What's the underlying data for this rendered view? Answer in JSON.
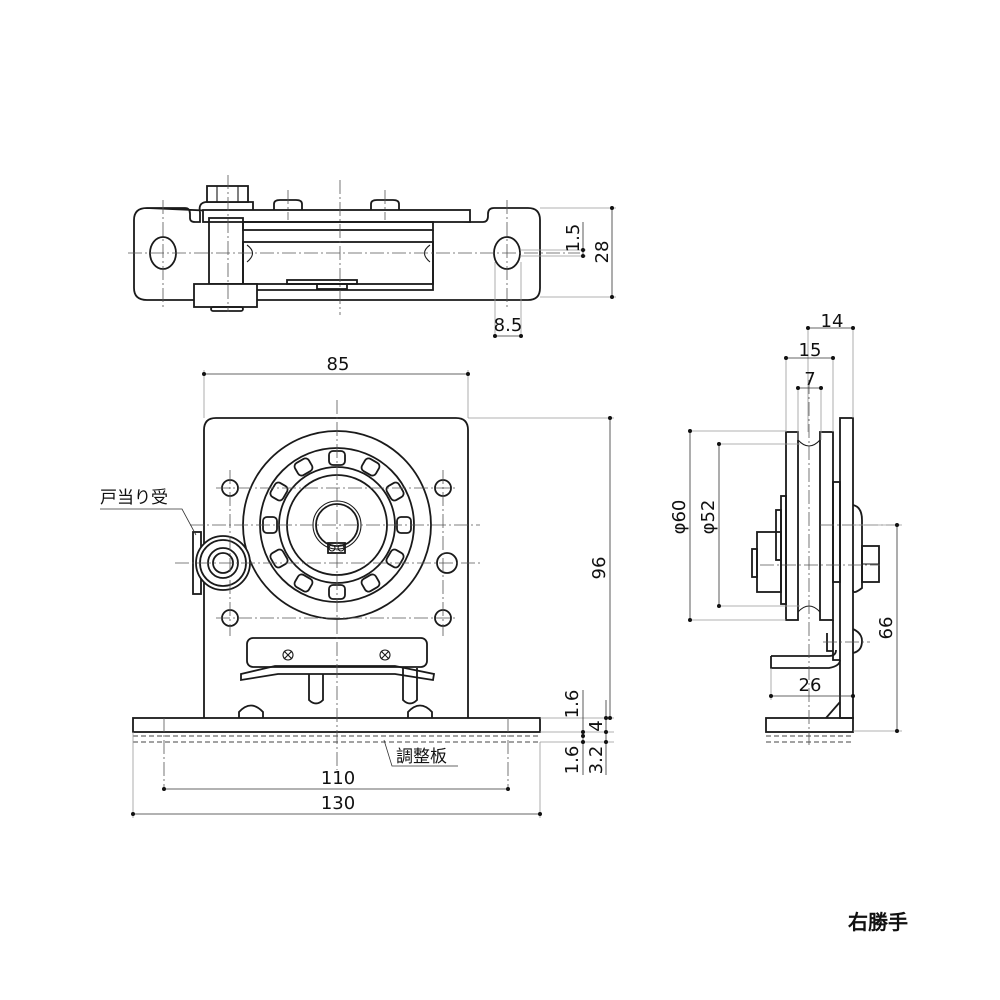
{
  "drawing": {
    "title": "右勝手",
    "labels": {
      "door_stop_receiver": "戸当り受",
      "adjustment_plate": "調整板"
    },
    "dimensions": {
      "top_height": "28",
      "top_offset": "1.5",
      "top_hole_width": "8.5",
      "plate_width": "85",
      "plate_height": "96",
      "hole_pitch": "110",
      "base_width": "130",
      "base_thickness": "1.6",
      "gap": "4",
      "adjust_thickness": "1.6",
      "adjust_total": "3.2",
      "side_14": "14",
      "side_15": "15",
      "groove_7": "7",
      "wheel_outer": "φ60",
      "wheel_inner": "φ52",
      "axle_height": "66",
      "base_depth": "26"
    }
  }
}
